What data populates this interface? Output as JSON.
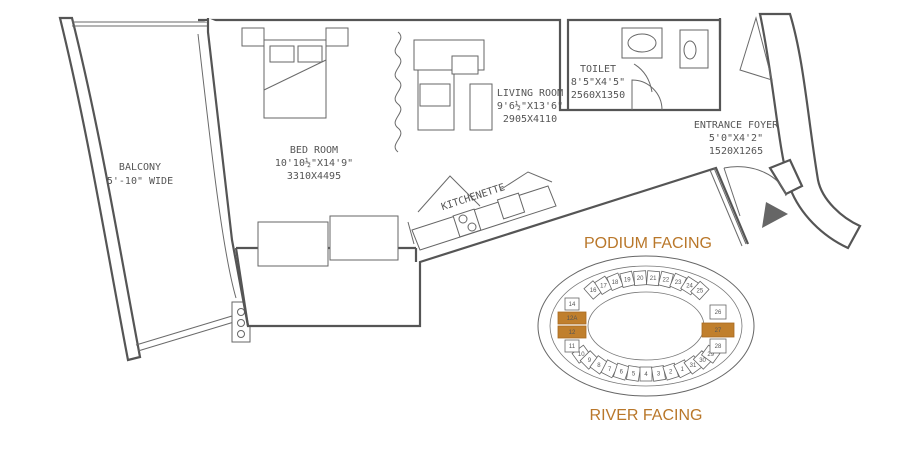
{
  "rooms": {
    "balcony": {
      "name": "BALCONY",
      "size": "5'-10\" WIDE"
    },
    "bedroom": {
      "name": "BED ROOM",
      "size_imperial": "10'10½\"X14'9\"",
      "size_metric": "3310X4495"
    },
    "living": {
      "name": "LIVING ROOM",
      "size_imperial": "9'6½\"X13'6\"",
      "size_metric": "2905X4110"
    },
    "toilet": {
      "name": "TOILET",
      "size_imperial": "8'5\"X4'5\"",
      "size_metric": "2560X1350"
    },
    "foyer": {
      "name": "ENTRANCE FOYER",
      "size_imperial": "5'0\"X4'2\"",
      "size_metric": "1520X1265"
    },
    "kitchenette": {
      "name": "KITCHENETTE"
    }
  },
  "key_plan": {
    "top_label": "PODIUM FACING",
    "bottom_label": "RIVER FACING",
    "highlight_color": "#c07f2d",
    "top_row": [
      "16",
      "17",
      "18",
      "19",
      "20",
      "21",
      "22",
      "23",
      "24",
      "25"
    ],
    "bottom_row": [
      "10",
      "9",
      "8",
      "7",
      "6",
      "5",
      "4",
      "3",
      "2",
      "1",
      "31",
      "30",
      "29"
    ],
    "left_col": [
      "14",
      "12A",
      "12",
      "11"
    ],
    "right_col": [
      "26",
      "27",
      "28"
    ],
    "highlighted": [
      "12A",
      "12",
      "27"
    ]
  }
}
